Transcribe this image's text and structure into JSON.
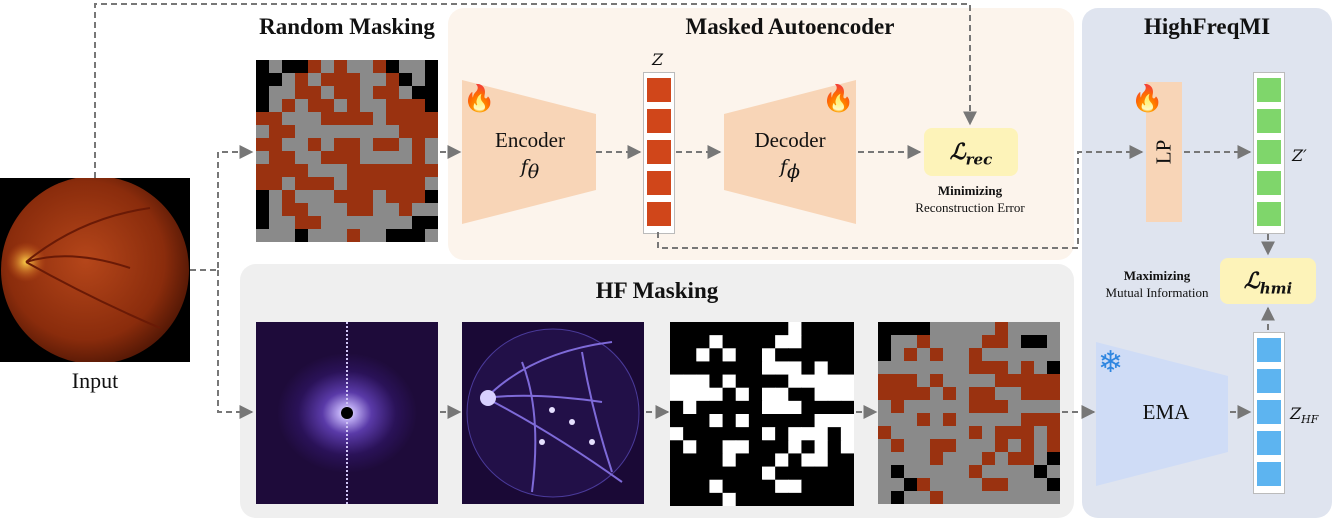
{
  "sections": {
    "random_masking": "Random Masking",
    "masked_autoencoder": "Masked Autoencoder",
    "highfreqmi": "HighFreqMI",
    "hf_masking": "HF Masking"
  },
  "input": {
    "label": "Input"
  },
  "encoder": {
    "label": "Encoder",
    "symbol": "f",
    "sub": "θ"
  },
  "decoder": {
    "label": "Decoder",
    "symbol": "f",
    "sub": "ϕ"
  },
  "z": {
    "symbol": "Z"
  },
  "loss_rec": {
    "symbol": "ℒ",
    "sub": "rec",
    "caption_bold": "Minimizing",
    "caption": "Reconstruction Error"
  },
  "lp": {
    "label": "LP"
  },
  "z_prime": {
    "symbol": "Z′"
  },
  "loss_hmi": {
    "symbol": "ℒ",
    "sub": "hmi",
    "caption_bold": "Maximizing",
    "caption": "Mutual Information"
  },
  "ema": {
    "label": "EMA"
  },
  "z_hf": {
    "symbol": "Z",
    "sub": "HF"
  },
  "icons": [
    "flame-icon",
    "snowflake-icon"
  ],
  "colors": {
    "mae_panel": "#fcf4ec",
    "hf_panel": "#efefef",
    "hfmi_panel": "#dfe4ef",
    "trapezoid": "#f8d5b7",
    "z_cell": "#d0461a",
    "z_prime_cell": "#7fd66b",
    "z_hf_cell": "#5db4f0",
    "lp_box": "#f8d5b7",
    "ema_box": "#cfdcf6",
    "loss_box": "#fdf3b9",
    "arrow": "#777777"
  }
}
